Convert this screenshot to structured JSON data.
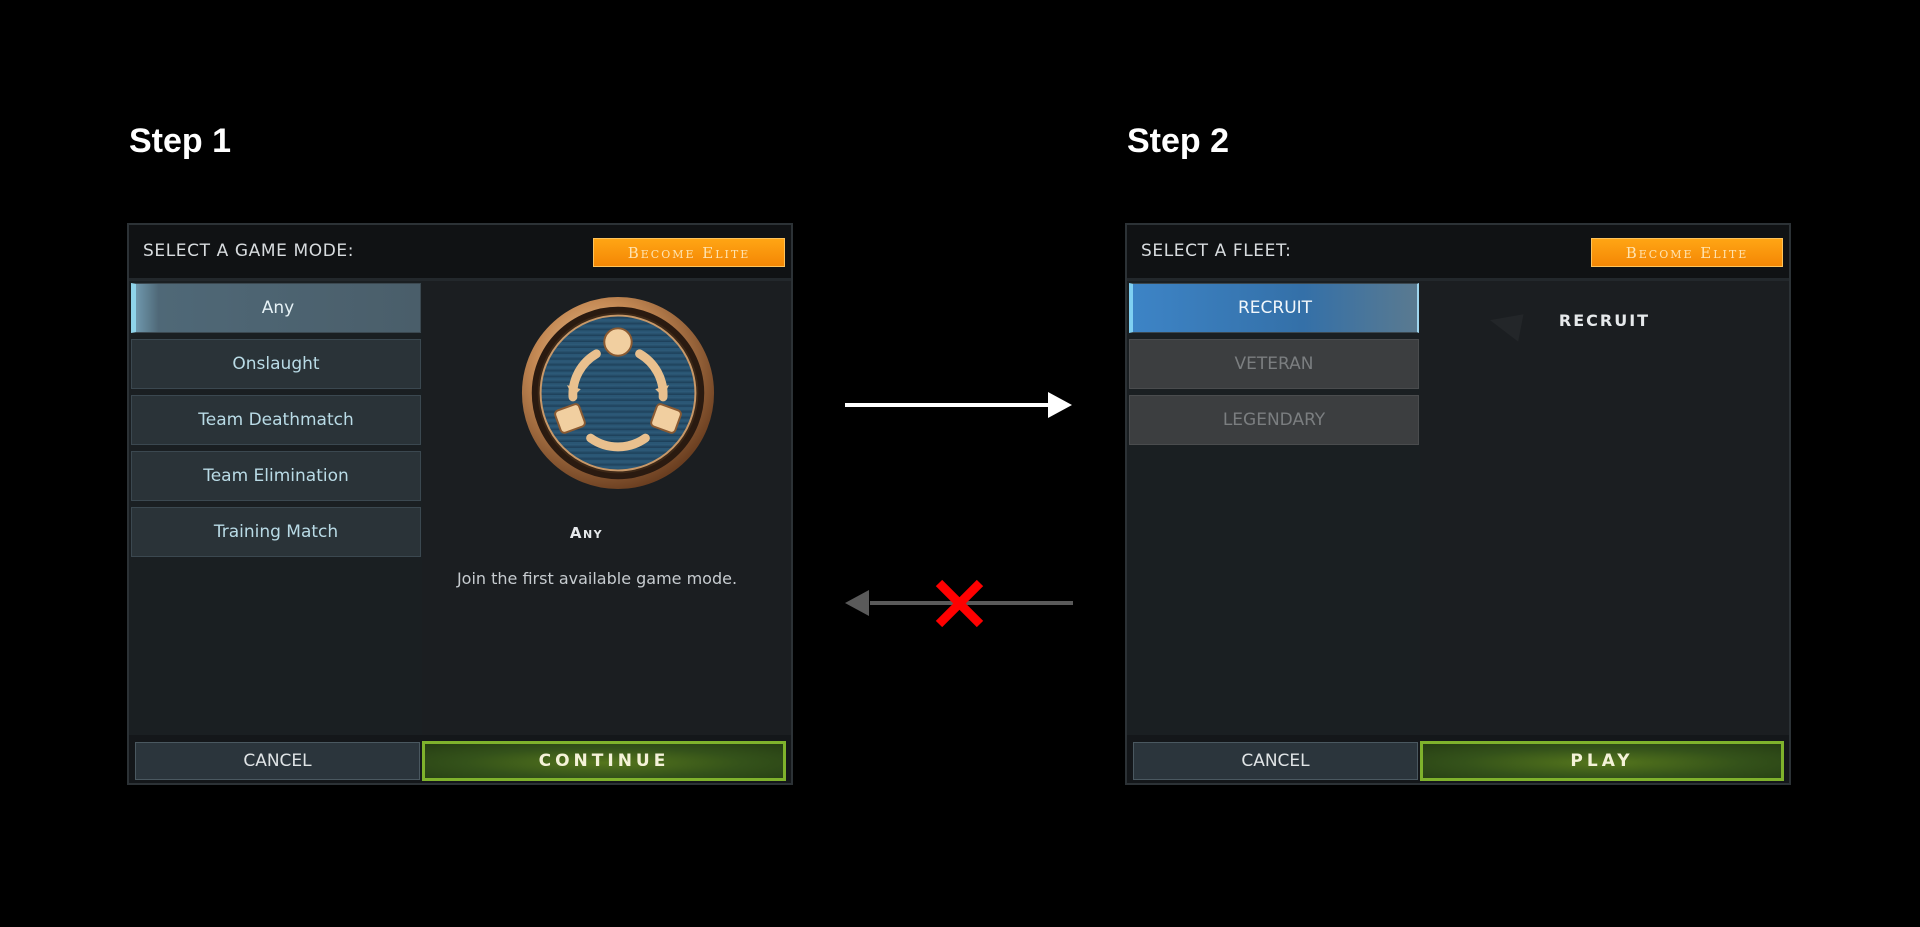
{
  "steps": {
    "step1_title": "Step 1",
    "step2_title": "Step 2"
  },
  "game_mode_panel": {
    "heading": "SELECT A GAME MODE:",
    "elite_label": "Become Elite",
    "modes": [
      "Any",
      "Onslaught",
      "Team Deathmatch",
      "Team Elimination",
      "Training Match"
    ],
    "selected_mode": "Any",
    "detail": {
      "title": "Any",
      "description": "Join the first available game mode.",
      "icon": "any-mode-emblem-icon"
    },
    "cancel_label": "CANCEL",
    "continue_label": "CONTINUE"
  },
  "fleet_panel": {
    "heading": "SELECT A FLEET:",
    "elite_label": "Become Elite",
    "fleets": [
      {
        "label": "RECRUIT",
        "state": "selected"
      },
      {
        "label": "VETERAN",
        "state": "disabled"
      },
      {
        "label": "LEGENDARY",
        "state": "disabled"
      }
    ],
    "detail": {
      "title": "RECRUIT"
    },
    "cancel_label": "CANCEL",
    "play_label": "PLAY"
  },
  "flow": {
    "forward_arrow": "arrow-right-icon",
    "back_arrow": "arrow-left-icon",
    "back_blocked_marker": "red-x-icon"
  },
  "colors": {
    "elite_orange": "#f79a0c",
    "play_green": "#7fb22c",
    "selected_blue": "#3d84c6",
    "blocked_red": "#ff0000"
  }
}
